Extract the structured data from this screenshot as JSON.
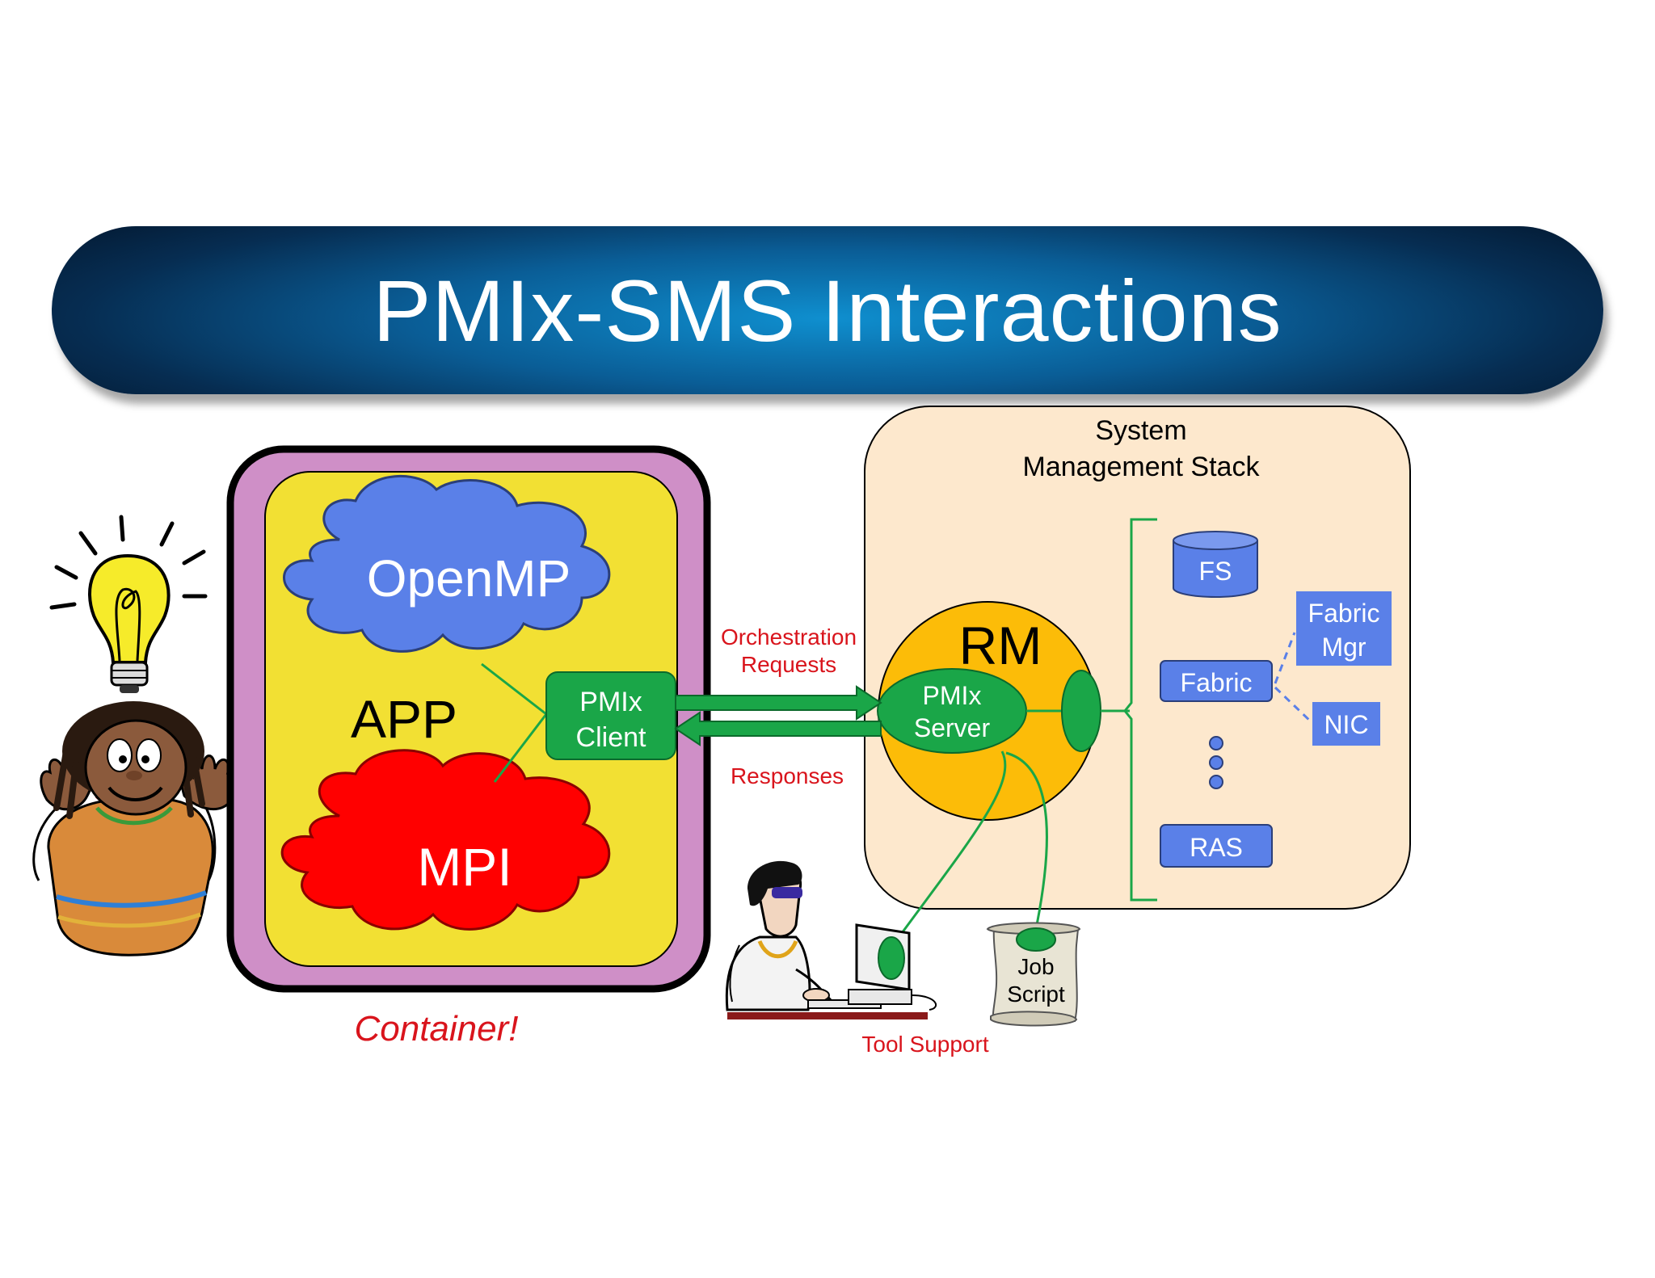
{
  "title": "PMIx-SMS Interactions",
  "app": {
    "openmp": "OpenMP",
    "app_label": "APP",
    "mpi": "MPI",
    "pmix_client": [
      "PMIx",
      "Client"
    ],
    "container_caption": "Container!"
  },
  "arrows": {
    "orchestration": [
      "Orchestration",
      "Requests"
    ],
    "responses": "Responses"
  },
  "sms": {
    "label": [
      "System",
      "Management Stack"
    ],
    "rm": "RM",
    "pmix_server": [
      "PMIx",
      "Server"
    ],
    "components": {
      "fs": "FS",
      "fabric": "Fabric",
      "fabric_mgr": [
        "Fabric",
        "Mgr"
      ],
      "nic": "NIC",
      "ras": "RAS"
    }
  },
  "job_script": [
    "Job",
    "Script"
  ],
  "tool_support": "Tool Support",
  "colors": {
    "accent_red": "#d9141c",
    "pmix_green": "#1aa648",
    "component_blue": "#5a80e8",
    "app_yellow": "#f2e033",
    "container_purple": "#cf8fc7",
    "rm_orange": "#fcbc08",
    "sms_bg": "#fde8cd"
  },
  "icons": [
    "lightbulb-icon",
    "person-icon",
    "programmer-icon",
    "scroll-icon"
  ]
}
